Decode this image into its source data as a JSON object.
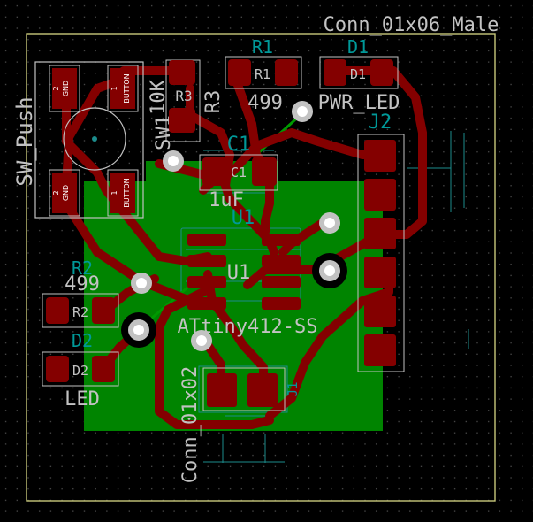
{
  "colors": {
    "background": "#000000",
    "grid_dot": "#5a5a5a",
    "board_outline": "#c8c87a",
    "copper_fill": "#008400",
    "copper_trace": "#840000",
    "pad": "#840000",
    "pad_outline": "#c2c2c2",
    "via_ring": "#c2c2c2",
    "drill": "#ffffff",
    "courtyard": "#1c8c8c",
    "silkscreen": "#c2c2c2",
    "ratsnest_green": "#009900"
  },
  "labels": {
    "j2_value": "Conn_01x06_Male",
    "j2_ref": "J2",
    "r1_ref": "R1",
    "r1_value": "499",
    "r1_fab": "R1",
    "d1_ref": "D1",
    "d1_value": "PWR_LED",
    "d1_fab": "D1",
    "r3_fab": "R3",
    "r3_ref": "R3",
    "r3_value": "10K",
    "sw_ref": "SW1",
    "sw_value": "SW_Push",
    "c1_ref": "C1",
    "c1_fab": "C1",
    "c1_value": "1uF",
    "u1_ref": "U1",
    "u1_fab": "U1",
    "u1_value": "ATtiny412-SS",
    "r2_ref": "R2",
    "r2_value": "499",
    "r2_fab": "R2",
    "d2_ref": "D2",
    "d2_value": "LED",
    "d2_fab": "D2",
    "j1_value": "Conn_01x02",
    "j1_ref": "J1",
    "pad_gnd_num": "2",
    "pad_gnd_name": "GND",
    "pad_button_num": "1",
    "pad_button_name": "BUTTON"
  }
}
